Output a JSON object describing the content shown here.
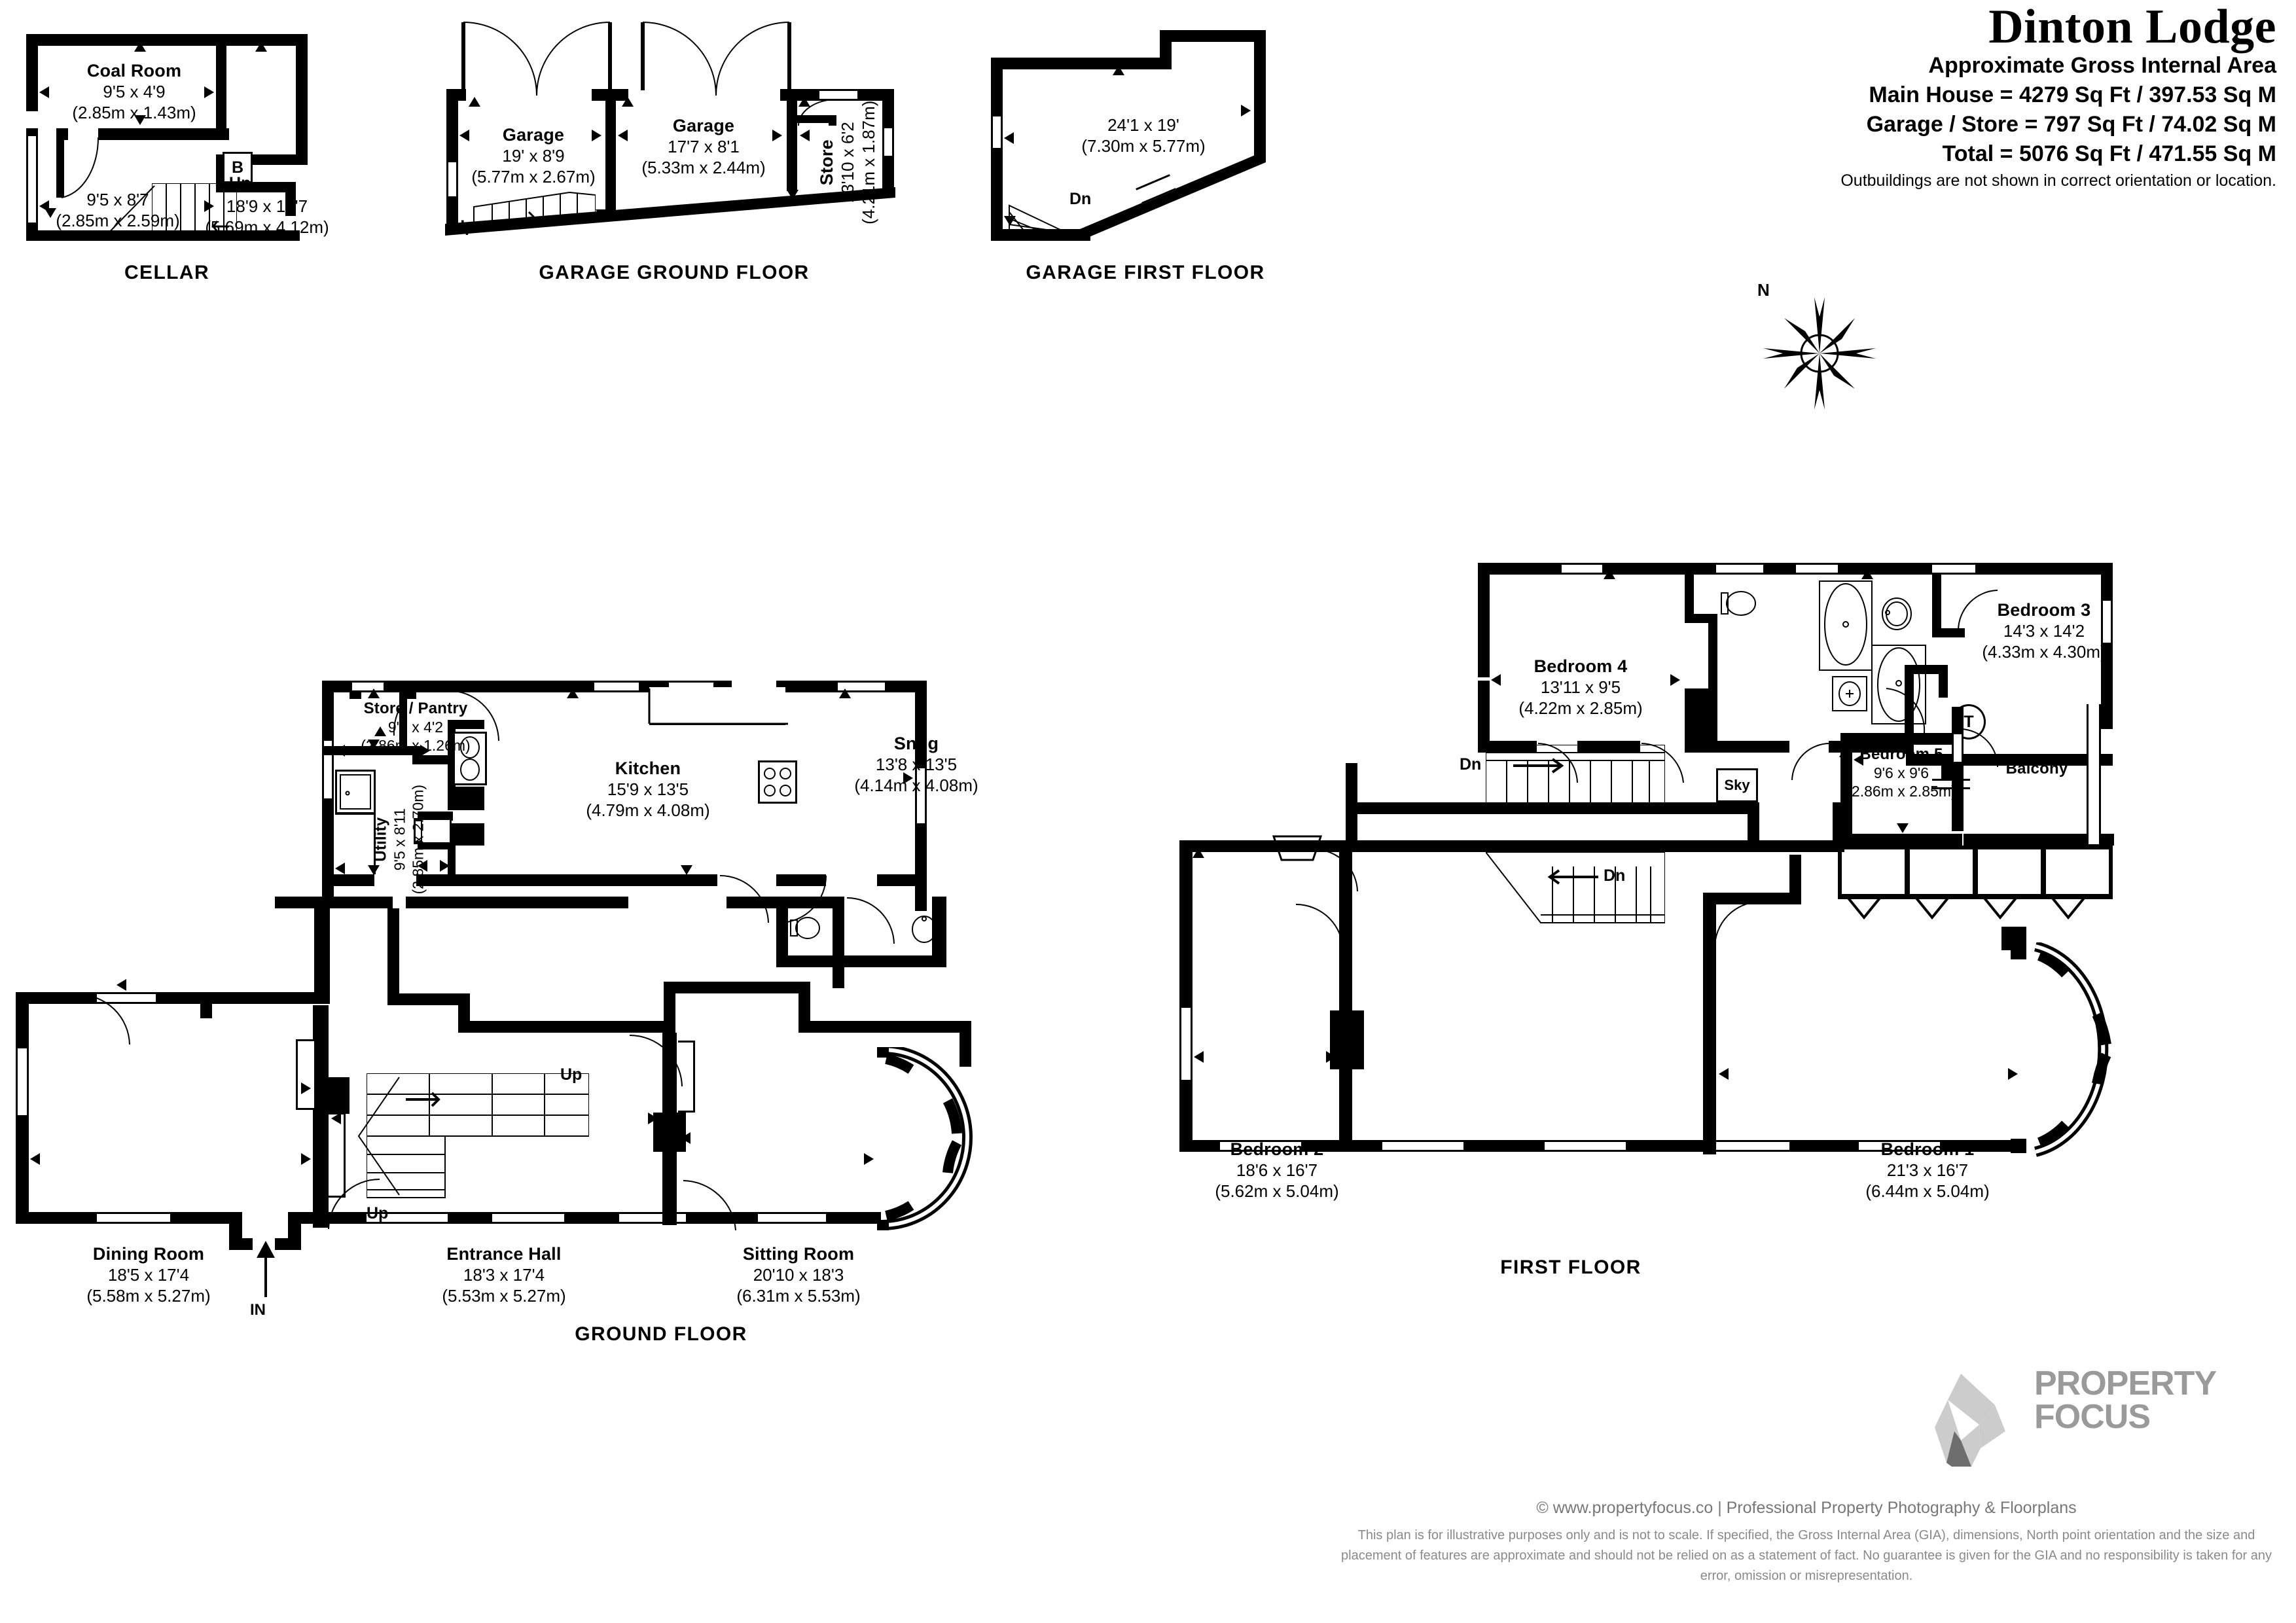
{
  "header": {
    "title": "Dinton Lodge",
    "subtitle": "Approximate Gross Internal Area",
    "line_main": "Main House = 4279 Sq Ft / 397.53 Sq M",
    "line_garage": "Garage / Store = 797 Sq Ft / 74.02 Sq M",
    "line_total": "Total = 5076 Sq Ft / 471.55 Sq M",
    "note": "Outbuildings are not shown in correct orientation or location."
  },
  "compass": {
    "north_label": "N"
  },
  "floors": [
    {
      "key": "cellar",
      "name": "CELLAR"
    },
    {
      "key": "garage_ground",
      "name": "GARAGE GROUND FLOOR"
    },
    {
      "key": "garage_first",
      "name": "GARAGE FIRST FLOOR"
    },
    {
      "key": "ground",
      "name": "GROUND FLOOR"
    },
    {
      "key": "first",
      "name": "FIRST FLOOR"
    }
  ],
  "rooms": {
    "coal_room": {
      "name": "Coal Room",
      "imperial": "9'5 x 4'9",
      "metric": "(2.85m x 1.43m)"
    },
    "cellar_main": {
      "name": "",
      "imperial": "18'9 x 13'7",
      "metric": "(5.69m x 4.12m)"
    },
    "cellar_small": {
      "name": "",
      "imperial": "9'5 x 8'7",
      "metric": "(2.85m x 2.59m)"
    },
    "garage_1": {
      "name": "Garage",
      "imperial": "19' x 8'9",
      "metric": "(5.77m x 2.67m)"
    },
    "garage_2": {
      "name": "Garage",
      "imperial": "17'7 x 8'1",
      "metric": "(5.33m x 2.44m)"
    },
    "store": {
      "name": "Store",
      "imperial": "13'10 x 6'2",
      "metric": "(4.21m x 1.87m)"
    },
    "garage_first": {
      "name": "",
      "imperial": "24'1 x 19'",
      "metric": "(7.30m x 5.77m)"
    },
    "store_pantry": {
      "name": "Store / Pantry",
      "imperial": "9'5 x 4'2",
      "metric": "(2.86m x 1.26m)"
    },
    "utility": {
      "name": "Utility",
      "imperial": "9'5 x 8'11",
      "metric": "(2.85m x 2.70m)"
    },
    "kitchen": {
      "name": "Kitchen",
      "imperial": "15'9 x 13'5",
      "metric": "(4.79m x 4.08m)"
    },
    "snug": {
      "name": "Snug",
      "imperial": "13'8 x 13'5",
      "metric": "(4.14m x 4.08m)"
    },
    "dining_room": {
      "name": "Dining Room",
      "imperial": "18'5 x 17'4",
      "metric": "(5.58m x 5.27m)"
    },
    "entrance_hall": {
      "name": "Entrance Hall",
      "imperial": "18'3 x 17'4",
      "metric": "(5.53m x 5.27m)"
    },
    "sitting_room": {
      "name": "Sitting Room",
      "imperial": "20'10 x 18'3",
      "metric": "(6.31m x 5.53m)"
    },
    "bedroom_1": {
      "name": "Bedroom 1",
      "imperial": "21'3 x 16'7",
      "metric": "(6.44m x 5.04m)"
    },
    "bedroom_2": {
      "name": "Bedroom 2",
      "imperial": "18'6 x 16'7",
      "metric": "(5.62m x 5.04m)"
    },
    "bedroom_3": {
      "name": "Bedroom 3",
      "imperial": "14'3 x 14'2",
      "metric": "(4.33m x 4.30m)"
    },
    "bedroom_4": {
      "name": "Bedroom 4",
      "imperial": "13'11 x 9'5",
      "metric": "(4.22m x 2.85m)"
    },
    "bedroom_5": {
      "name": "Bedroom 5",
      "imperial": "9'6 x 9'6",
      "metric": "(2.86m x 2.85m)"
    },
    "balcony": {
      "name": "Balcony",
      "imperial": "",
      "metric": ""
    }
  },
  "markers": {
    "boiler": "B",
    "tank": "T",
    "sky": "Sky",
    "up": "Up",
    "dn": "Dn",
    "in": "IN"
  },
  "footer": {
    "copyright": "© www.propertyfocus.co | Professional Property Photography & Floorplans",
    "disclaimer": "This plan is for illustrative purposes only and is not to scale. If specified, the Gross Internal Area (GIA), dimensions, North point orientation and the size and placement of features are approximate and should not be relied on as a statement of fact. No guarantee is given for the GIA and no responsibility is taken for any error, omission or misrepresentation.",
    "logo_line1": "PROPERTY",
    "logo_line2": "FOCUS"
  },
  "colors": {
    "wall": "#000000",
    "paper": "#ffffff",
    "logo_light": "#cccccc",
    "logo_dark": "#6e6e6e",
    "footer_text": "#8a8a8a"
  }
}
